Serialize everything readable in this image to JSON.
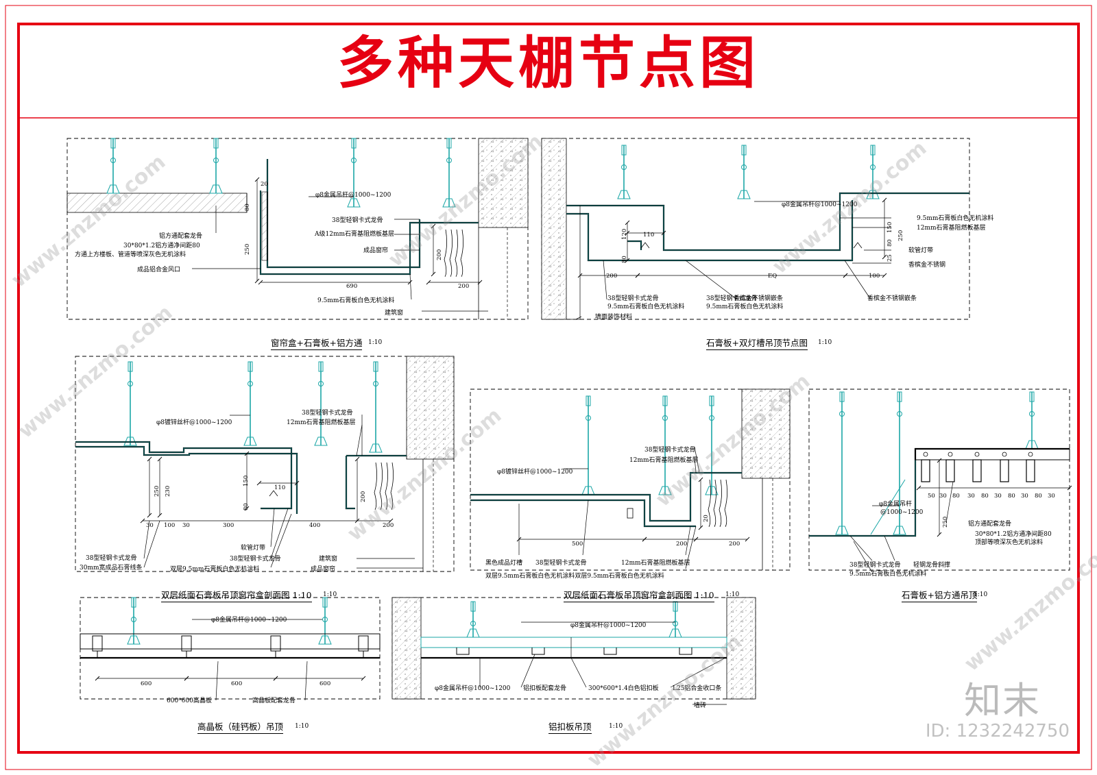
{
  "title": "多种天棚节点图",
  "colors": {
    "border": "#e60012",
    "steel": "#1aa6a6",
    "line": "#000000"
  },
  "panels": [
    {
      "caption": "窗帘盒+石膏板+铝方通",
      "scale": "1:10",
      "annotations": [
        "φ8金属吊杆@1000~1200",
        "38型轻钢卡式龙骨",
        "A级12mm石膏基阻燃板基层",
        "成品窗帘",
        "铝方通配套龙骨",
        "30*80*1.2铝方通净间距80",
        "方通上方楼板、管道等喷深灰色无机涂料",
        "成品铝合金风口",
        "9.5mm石膏板白色无机涂料",
        "建筑窗"
      ],
      "dims": [
        "20",
        "80",
        "250",
        "690",
        "200",
        "200"
      ]
    },
    {
      "caption": "石膏板+双灯槽吊顶节点图",
      "scale": "1:10",
      "annotations": [
        "φ8金属吊杆@1000~1200",
        "9.5mm石膏板白色无机涂料",
        "12mm石膏基阻燃板基层",
        "软管灯带",
        "香槟金不锈钢",
        "38型轻钢卡式龙骨",
        "9.5mm石膏板白色无机涂料",
        "墙面装饰材料",
        "香槟金不锈钢嵌条",
        "38型轻钢卡式龙骨",
        "9.5mm石膏板白色无机涂料",
        "香槟金不锈钢嵌条"
      ],
      "dims": [
        "110",
        "120",
        "80",
        "200",
        "EQ",
        "100",
        "150",
        "80",
        "250",
        "25"
      ]
    },
    {
      "caption": "双层纸面石膏板吊顶窗帘盒剖面图 1:10",
      "scale": "1:10",
      "annotations": [
        "φ8镀锌丝杆@1000~1200",
        "38型轻钢卡式龙骨",
        "12mm石膏基阻燃板基层",
        "38型轻钢卡式龙骨",
        "30mm宽成品石膏线条",
        "软管灯带",
        "38型轻钢卡式龙骨",
        "双层9.5mm石膏板白色无机涂料",
        "建筑窗",
        "成品窗帘"
      ],
      "dims": [
        "250",
        "230",
        "150",
        "80",
        "110",
        "30",
        "100",
        "30",
        "300",
        "400",
        "200",
        "200"
      ]
    },
    {
      "caption": "双层纸面石膏板吊顶窗帘盒剖面图 1:10",
      "scale": "1:10",
      "annotations": [
        "38型轻钢卡式龙骨",
        "12mm石膏基阻燃板基层",
        "φ8镀锌丝杆@1000~1200",
        "黑色成品灯槽",
        "38型轻钢卡式龙骨",
        "12mm石膏基阻燃板基层",
        "双层9.5mm石膏板白色无机涂料双层9.5mm石膏板白色无机涂料"
      ],
      "dims": [
        "500",
        "200",
        "200",
        "20"
      ]
    },
    {
      "caption": "石膏板+铝方通吊顶",
      "scale": "1:10",
      "annotations": [
        "φ8金属吊杆",
        "@1000~1200",
        "铝方通配套龙骨",
        "30*80*1.2铝方通净间距80",
        "顶部等喷深灰色无机涂料",
        "38型轻钢卡式龙骨",
        "轻钢龙骨斜撑",
        "9.5mm石膏板白色无机涂料"
      ],
      "dims": [
        "50",
        "30",
        "80",
        "30",
        "80",
        "30",
        "80",
        "30",
        "80",
        "30",
        "250"
      ]
    },
    {
      "caption": "高晶板（硅钙板）吊顶",
      "scale": "1:10",
      "annotations": [
        "φ8金属吊杆@1000~1200",
        "600*600高晶板",
        "高晶板配套龙骨"
      ],
      "dims": [
        "600",
        "600",
        "600"
      ]
    },
    {
      "caption": "铝扣板吊顶",
      "scale": "1:10",
      "annotations": [
        "φ8金属吊杆@1000~1200",
        "φ8金属吊杆@1000~1200",
        "铝扣板配套龙骨",
        "300*600*1.4白色铝扣板",
        "L25铝合金收口条",
        "墙砖"
      ],
      "dims": []
    }
  ],
  "watermark": "www.znzmo.com",
  "logo": "知末",
  "image_id": "ID: 1232242750"
}
